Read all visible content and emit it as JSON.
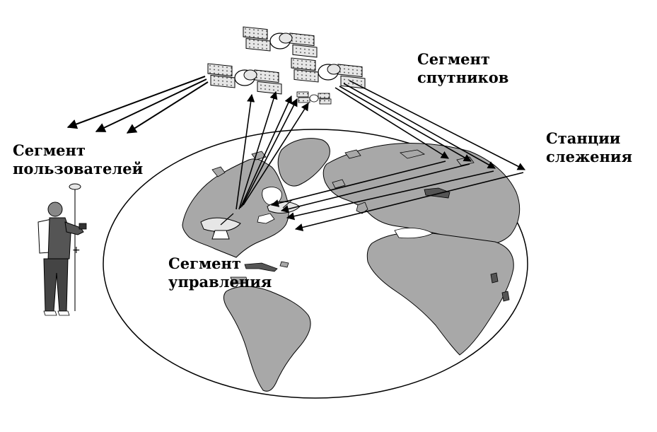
{
  "labels": {
    "satellites_line1": "Сегмент",
    "satellites_line2": "спутников",
    "stations_line1": "Станции",
    "stations_line2": "слежения",
    "users_line1": "Сегмент",
    "users_line2": "пользователей",
    "control_line1": "Сегмент",
    "control_line2": "управления"
  },
  "colors": {
    "land": "#a8a8a8",
    "ocean": "#ffffff",
    "outline": "#000000",
    "dark_land": "#555555"
  }
}
